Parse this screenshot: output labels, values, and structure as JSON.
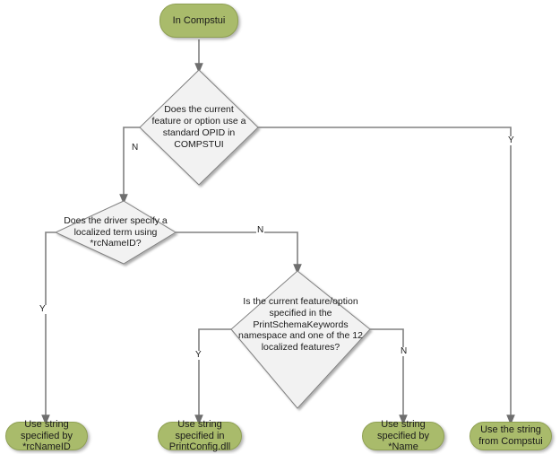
{
  "diagram": {
    "title": "Compstui string resolution flowchart",
    "colors": {
      "terminator_fill": "#a9bb6b",
      "terminator_stroke": "#8fa053",
      "decision_fill": "#f2f2f2",
      "decision_stroke": "#808080",
      "connector": "#808080",
      "text": "#1a1a1a",
      "background": "#ffffff"
    },
    "nodes": {
      "start": {
        "label": "In Compstui",
        "type": "terminator"
      },
      "decision_opid": {
        "label": "Does the current feature or option use a standard OPID in COMPSTUI",
        "type": "decision"
      },
      "decision_rcnameid": {
        "label": "Does the driver specify a localized term using *rcNameID?",
        "type": "decision"
      },
      "decision_printschema": {
        "label": "Is the current feature/option specified in the PrintSchemaKeywords namespace and one of the 12 localized features?",
        "type": "decision"
      },
      "end_rcnameid": {
        "label": "Use string specified by *rcNameID",
        "type": "terminator"
      },
      "end_printconfig": {
        "label": "Use string specified in PrintConfig.dll",
        "type": "terminator"
      },
      "end_name": {
        "label": "Use string specified by *Name",
        "type": "terminator"
      },
      "end_compstui": {
        "label": "Use the string from Compstui",
        "type": "terminator"
      }
    },
    "edge_labels": {
      "opid_no": "N",
      "opid_yes": "Y",
      "rcnameid_yes": "Y",
      "rcnameid_no": "N",
      "printschema_yes": "Y",
      "printschema_no": "N"
    }
  }
}
